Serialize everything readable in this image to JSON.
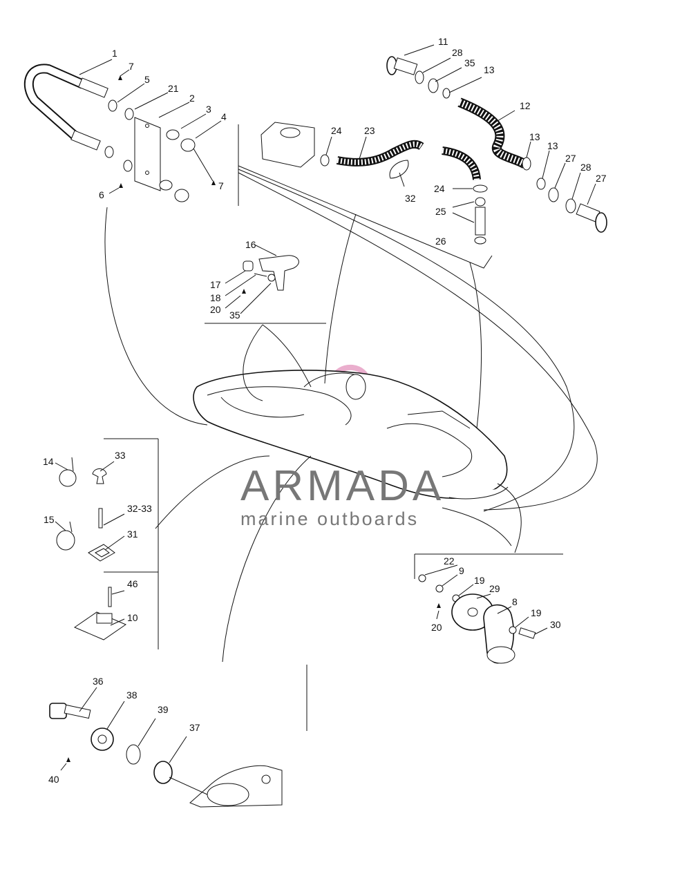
{
  "watermark": {
    "brand": "ARMADA",
    "tagline": "marine outboards",
    "logo_color": "#e8a6c8",
    "text_color": "#777777"
  },
  "callouts": {
    "c1": "1",
    "c7a": "7",
    "c5": "5",
    "c21": "21",
    "c2": "2",
    "c3": "3",
    "c4": "4",
    "c6": "6",
    "c7b": "7",
    "c11": "11",
    "c28a": "28",
    "c35a": "35",
    "c13a": "13",
    "c12": "12",
    "c13b": "13",
    "c13c": "13",
    "c27a": "27",
    "c28b": "28",
    "c27b": "27",
    "c24a": "24",
    "c23": "23",
    "c32a": "32",
    "c24b": "24",
    "c25": "25",
    "c26": "26",
    "c16": "16",
    "c17": "17",
    "c18": "18",
    "c20a": "20",
    "c35b": "35",
    "c14": "14",
    "c33": "33",
    "c15": "15",
    "c3233": "32-33",
    "c31": "31",
    "c46": "46",
    "c10": "10",
    "c22": "22",
    "c9": "9",
    "c19a": "19",
    "c29": "29",
    "c8": "8",
    "c19b": "19",
    "c20b": "20",
    "c30": "30",
    "c36": "36",
    "c38": "38",
    "c39": "39",
    "c37": "37",
    "c40": "40"
  }
}
